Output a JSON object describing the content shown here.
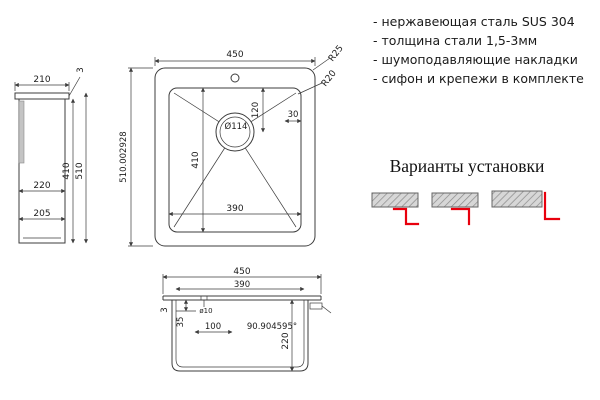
{
  "specs": {
    "items": [
      "- нержавеющая сталь SUS 304",
      "- толщина стали 1,5-3мм",
      "- шумоподавляющие накладки",
      "- сифон и крепежи в комплекте"
    ]
  },
  "install": {
    "title": "Варианты установки"
  },
  "top_view": {
    "width": "450",
    "height_label": "510.002928",
    "bowl_width": "390",
    "bowl_height": "410",
    "radius_outer": "R25",
    "radius_inner": "R20",
    "drain_offset": "120",
    "drain_side_offset": "30",
    "drain_diameter": "Ø114"
  },
  "side_view": {
    "top_width": "210",
    "rim_thickness": "3",
    "bowl_depth": "410",
    "total_height": "510",
    "mid_width": "220",
    "bottom_width": "205"
  },
  "front_view": {
    "width": "450",
    "bowl_width": "390",
    "wall_thickness": "3",
    "rim_height": "35",
    "hole_diameter": "ø10",
    "hole_offset": "100",
    "angle_label": "90.904595°",
    "depth": "220"
  },
  "colors": {
    "accent_red": "#e8000d",
    "line": "#3c3c3c"
  }
}
